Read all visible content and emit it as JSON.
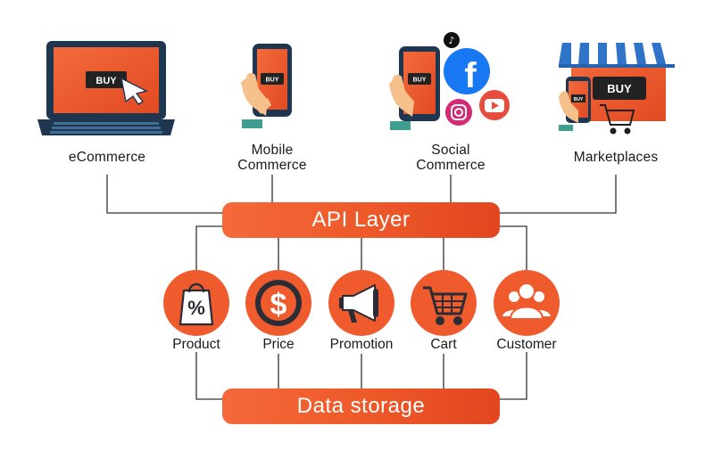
{
  "channels": [
    {
      "label": "eCommerce",
      "icon": "laptop-icon"
    },
    {
      "label": "Mobile\nCommerce",
      "icon": "mobile-phone-icon"
    },
    {
      "label": "Social\nCommerce",
      "icon": "social-phone-icon"
    },
    {
      "label": "Marketplaces",
      "icon": "storefront-icon"
    }
  ],
  "buy_text": "BUY",
  "api_layer": "API Layer",
  "data_storage": "Data storage",
  "services": [
    {
      "label": "Product",
      "icon": "shopping-bag-icon",
      "glyph": "%"
    },
    {
      "label": "Price",
      "icon": "dollar-coin-icon",
      "glyph": "$"
    },
    {
      "label": "Promotion",
      "icon": "megaphone-icon"
    },
    {
      "label": "Cart",
      "icon": "shopping-cart-icon"
    },
    {
      "label": "Customer",
      "icon": "users-icon"
    }
  ],
  "colors": {
    "accent": "#ee5a2a",
    "accent_dark": "#e2461f",
    "circle": "#ef5b2d",
    "dark": "#2a2d35",
    "laptop_frame": "#1f3650",
    "skin": "#f5c08a",
    "sleeve": "#3f9e8f",
    "awning_blue": "#2f74c9"
  }
}
